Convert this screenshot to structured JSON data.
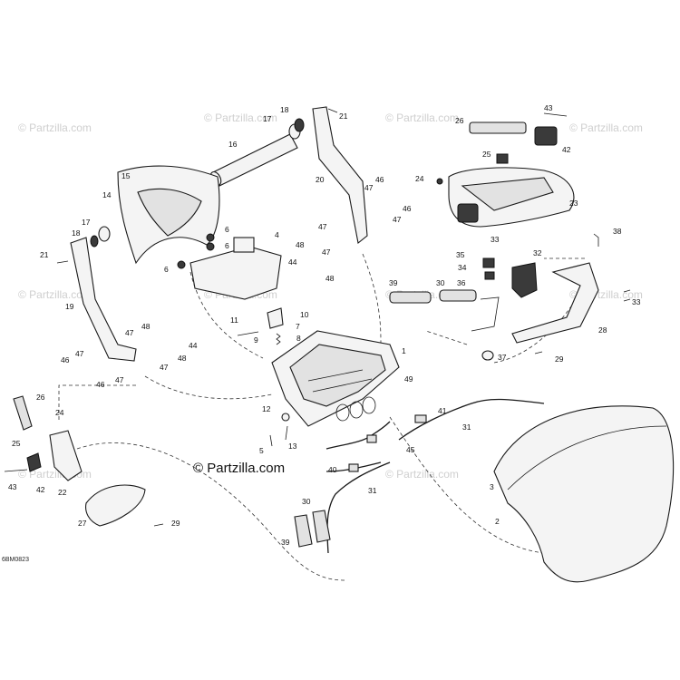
{
  "watermark": "© Partzilla.com",
  "brand": "© Partzilla.com",
  "diagram_code": "6BM0823",
  "callouts": [
    "1",
    "2",
    "3",
    "4",
    "5",
    "6",
    "7",
    "8",
    "9",
    "10",
    "11",
    "12",
    "13",
    "14",
    "15",
    "16",
    "17",
    "18",
    "19",
    "20",
    "21",
    "22",
    "23",
    "24",
    "25",
    "26",
    "27",
    "28",
    "29",
    "30",
    "31",
    "32",
    "33",
    "34",
    "35",
    "36",
    "37",
    "38",
    "39",
    "40",
    "41",
    "42",
    "43",
    "44",
    "45",
    "46",
    "47",
    "48",
    "49"
  ]
}
